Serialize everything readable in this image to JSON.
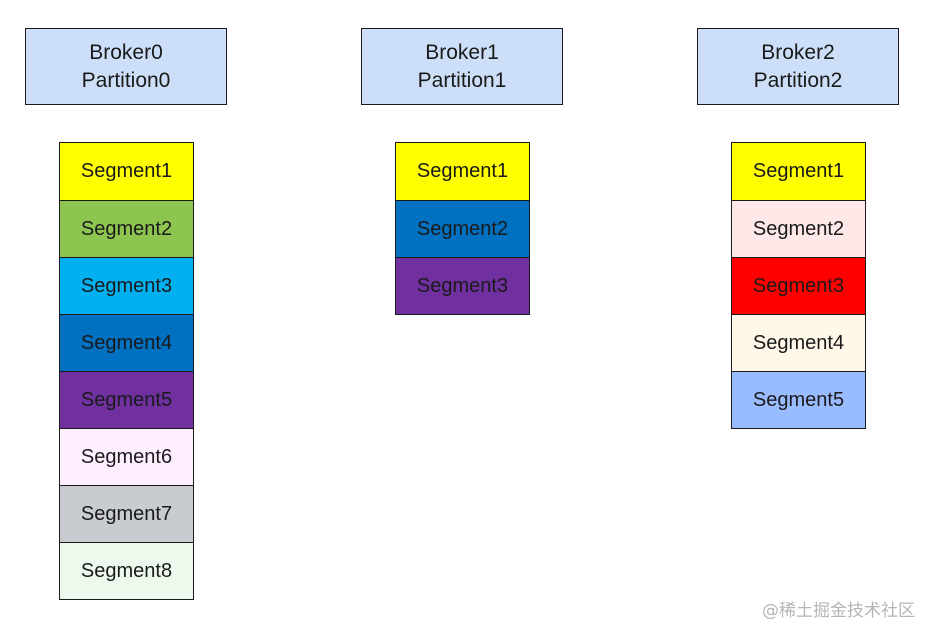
{
  "brokers": [
    {
      "line1": "Broker0",
      "line2": "Partition0",
      "segments": [
        {
          "label": "Segment1",
          "color": "#ffff00"
        },
        {
          "label": "Segment2",
          "color": "#8dc550"
        },
        {
          "label": "Segment3",
          "color": "#00b0f0"
        },
        {
          "label": "Segment4",
          "color": "#0070c0"
        },
        {
          "label": "Segment5",
          "color": "#7030a0"
        },
        {
          "label": "Segment6",
          "color": "#ffeeff"
        },
        {
          "label": "Segment7",
          "color": "#c8cbd0"
        },
        {
          "label": "Segment8",
          "color": "#eef9ee"
        }
      ]
    },
    {
      "line1": "Broker1",
      "line2": "Partition1",
      "segments": [
        {
          "label": "Segment1",
          "color": "#ffff00"
        },
        {
          "label": "Segment2",
          "color": "#0070c0"
        },
        {
          "label": "Segment3",
          "color": "#7030a0"
        }
      ]
    },
    {
      "line1": "Broker2",
      "line2": "Partition2",
      "segments": [
        {
          "label": "Segment1",
          "color": "#ffff00"
        },
        {
          "label": "Segment2",
          "color": "#ffe8e8"
        },
        {
          "label": "Segment3",
          "color": "#ff0000"
        },
        {
          "label": "Segment4",
          "color": "#fff8e8"
        },
        {
          "label": "Segment5",
          "color": "#99bbff"
        }
      ]
    }
  ],
  "watermark": "@稀土掘金技术社区"
}
